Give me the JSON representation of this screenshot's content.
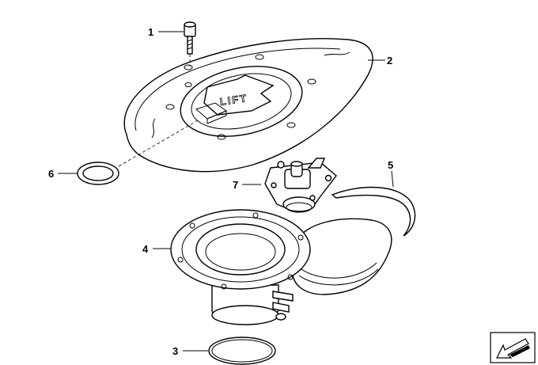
{
  "callouts": [
    {
      "id": "1",
      "label": "1"
    },
    {
      "id": "2",
      "label": "2"
    },
    {
      "id": "3",
      "label": "3"
    },
    {
      "id": "4",
      "label": "4"
    },
    {
      "id": "5",
      "label": "5"
    },
    {
      "id": "6",
      "label": "6"
    },
    {
      "id": "7",
      "label": "7"
    }
  ],
  "emboss_text": "LIFT",
  "icons": {
    "corner": "arrow-down-left-icon"
  },
  "colors": {
    "line": "#000000",
    "background": "#ffffff"
  }
}
